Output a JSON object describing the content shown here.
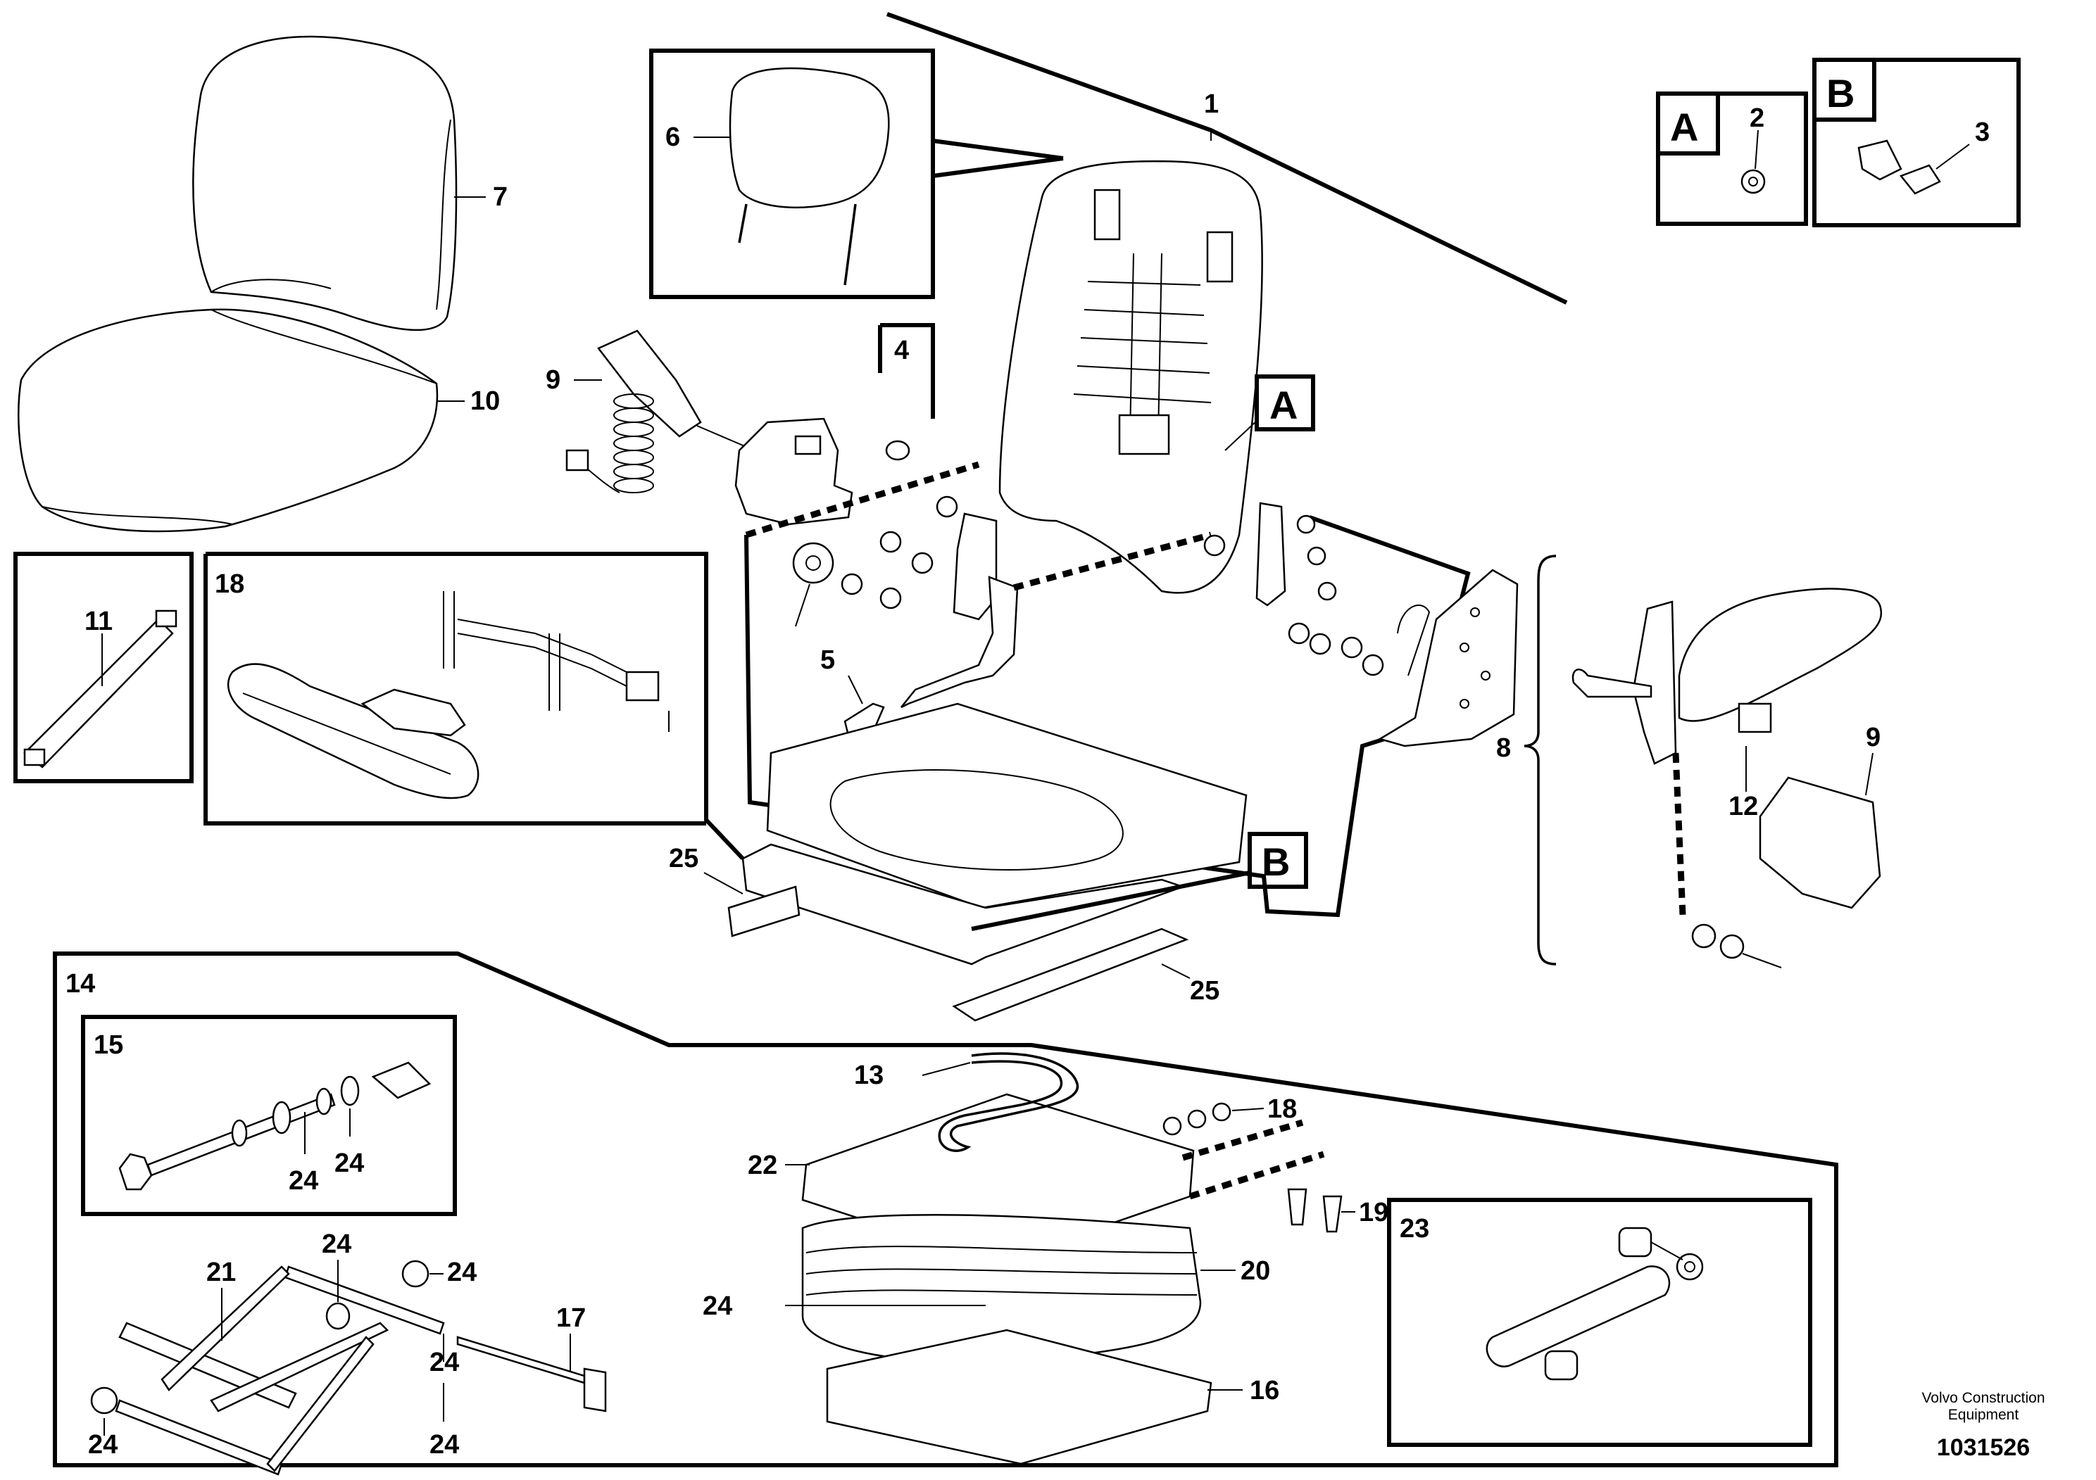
{
  "diagram": {
    "callouts": {
      "c1": "1",
      "c2": "2",
      "c3": "3",
      "c4": "4",
      "c5": "5",
      "c6": "6",
      "c7": "7",
      "c8": "8",
      "c9a": "9",
      "c9b": "9",
      "c10": "10",
      "c11": "11",
      "c12": "12",
      "c13": "13",
      "c14": "14",
      "c15": "15",
      "c16": "16",
      "c17": "17",
      "c18a": "18",
      "c18b": "18",
      "c19": "19",
      "c20": "20",
      "c21": "21",
      "c22": "22",
      "c23": "23",
      "c24a": "24",
      "c24b": "24",
      "c24c": "24",
      "c24d": "24",
      "c24e": "24",
      "c24f": "24",
      "c24g": "24",
      "c24h": "24",
      "c25a": "25",
      "c25b": "25"
    },
    "detail_labels": {
      "a_box": "A",
      "b_box": "B",
      "a_ref": "A",
      "b_ref": "B"
    },
    "credit_line1": "Volvo Construction",
    "credit_line2": "Equipment",
    "drawing_number": "1031526"
  }
}
